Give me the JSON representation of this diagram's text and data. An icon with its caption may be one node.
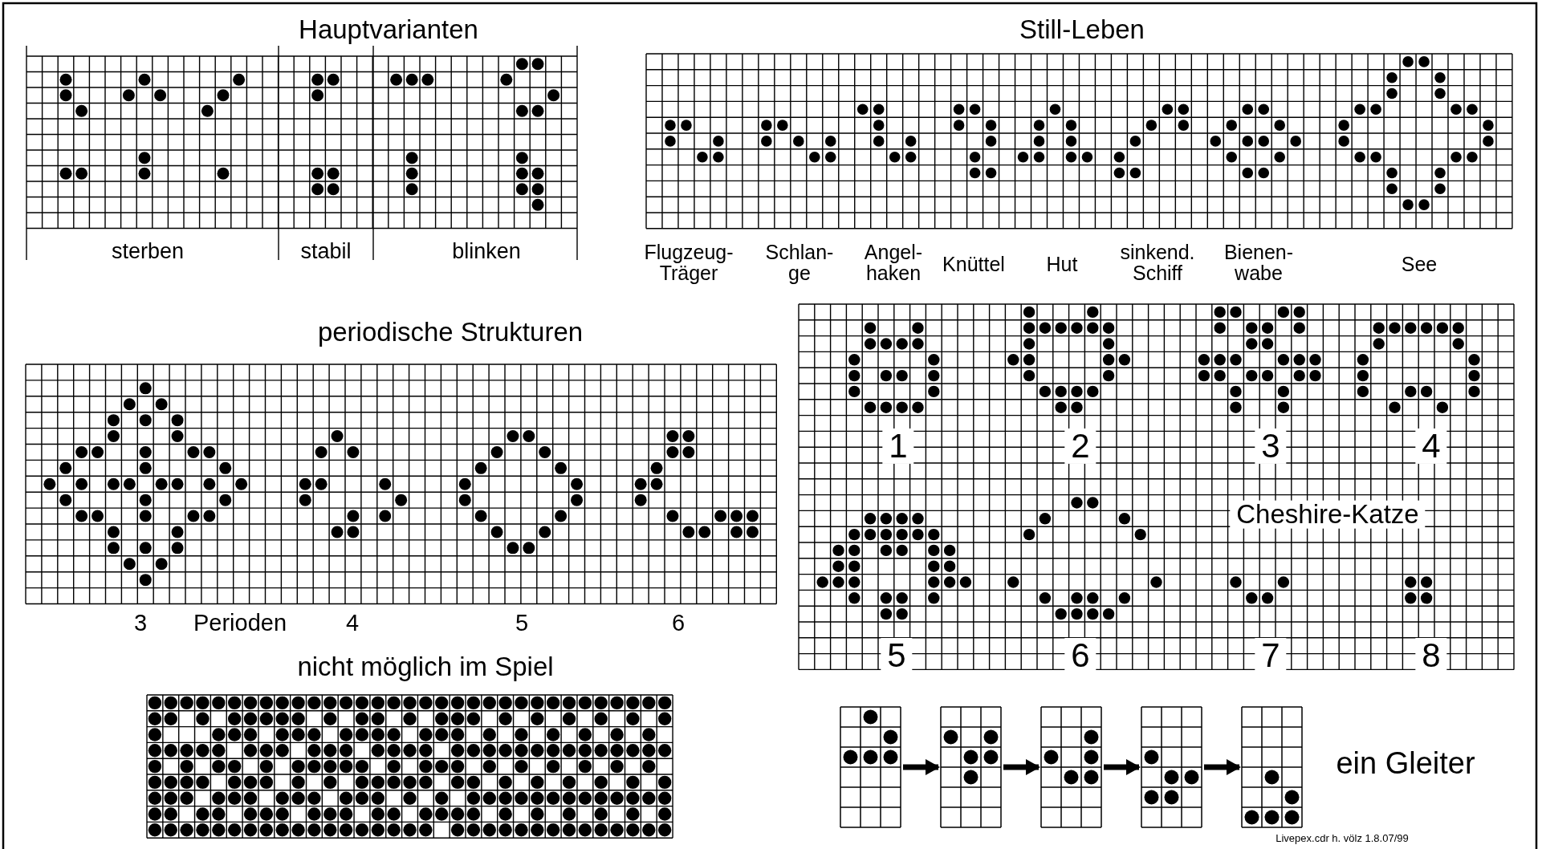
{
  "diagram": {
    "nodes": [
      {
        "text": [],
        "shape": "grid"
      },
      {
        "text": [],
        "shape": "grid"
      },
      {
        "text": [],
        "shape": "grid"
      },
      {
        "text": [],
        "shape": "grid"
      },
      {
        "text": [],
        "shape": "grid"
      }
    ],
    "edges": [
      {
        "from": 0,
        "to": 1,
        "arrow": "to"
      },
      {
        "from": 1,
        "to": 2,
        "arrow": "to"
      },
      {
        "from": 2,
        "to": 3,
        "arrow": "to"
      },
      {
        "from": 3,
        "to": 4,
        "arrow": "to"
      }
    ],
    "labels": [
      "Hauptvarianten",
      "Still-Leben",
      "sterben",
      "stabil",
      "blinken",
      "Flugzeug- Träger",
      "Schlan- ge",
      "Angel- haken",
      "Knüttel",
      "Hut",
      "sinkend. Schiff",
      "Bienen- wabe",
      "See",
      "periodische Strukturen",
      "1",
      "2",
      "3",
      "4",
      "Cheshire-Katze",
      "3",
      "Perioden",
      "4",
      "5",
      "6",
      "5",
      "6",
      "7",
      "8",
      "nicht möglich im Spiel",
      "ein Gleiter",
      "Livepex.cdr h. völz 1.8.07/99"
    ]
  }
}
